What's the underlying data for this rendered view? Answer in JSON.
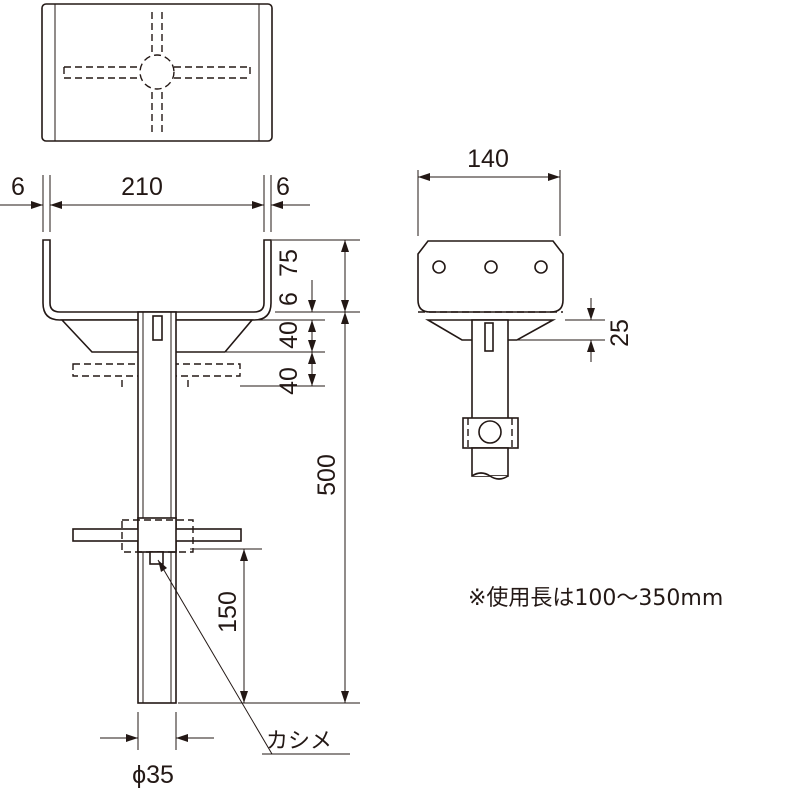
{
  "dimensions": {
    "width_210": "210",
    "side_left_6": "6",
    "side_right_6": "6",
    "h_75": "75",
    "h_6": "6",
    "h_40_a": "40",
    "h_40_b": "40",
    "h_500": "500",
    "h_150": "150",
    "dia_35": "ϕ35",
    "width_140": "140",
    "h_25": "25"
  },
  "labels": {
    "crimp": "カシメ",
    "usable_length_note": "※使用長は100〜350mm"
  }
}
